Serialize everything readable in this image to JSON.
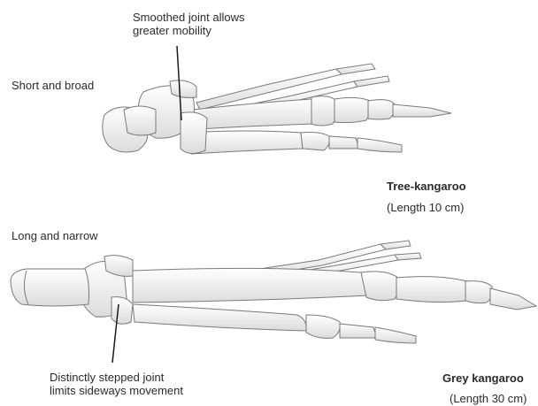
{
  "tree_kangaroo": {
    "name": "Tree-kangaroo",
    "length": "(Length 10 cm)",
    "shape_label": "Short and broad",
    "joint_callout": [
      "Smoothed joint allows",
      "greater mobility"
    ]
  },
  "grey_kangaroo": {
    "name": "Grey kangaroo",
    "length": "(Length 30 cm)",
    "shape_label": "Long and narrow",
    "joint_callout": [
      "Distinctly stepped joint",
      "limits sideways movement"
    ]
  }
}
